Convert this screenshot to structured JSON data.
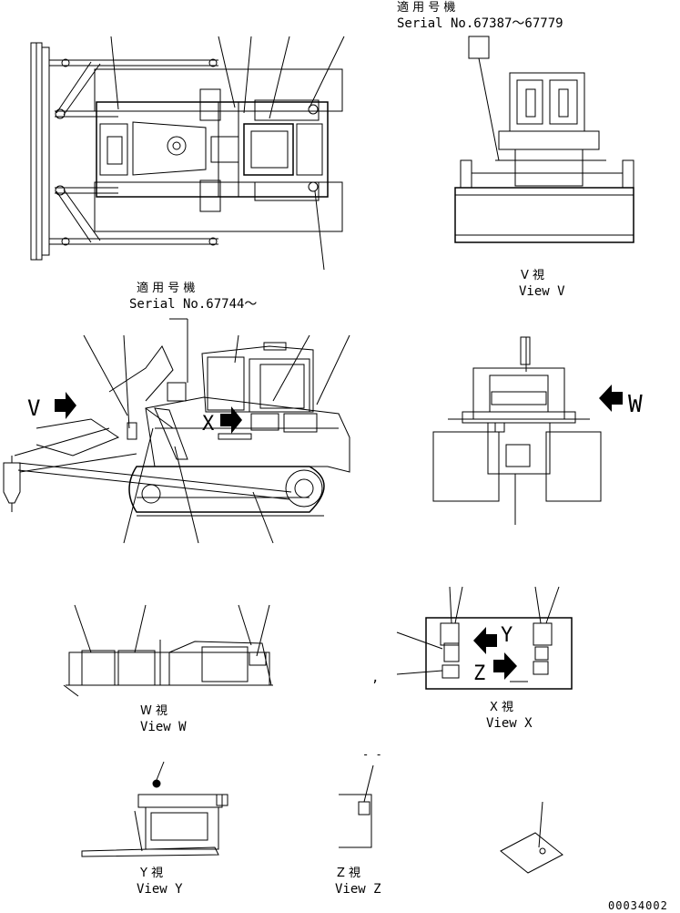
{
  "labels": {
    "serial_top_jp": "適 用 号 機",
    "serial_top": "Serial No.67387～67779",
    "serial_side_jp": "適 用 号 機",
    "serial_side": "Serial No.67744～",
    "view_v_jp": "V 視",
    "view_v": "View V",
    "view_w_jp": "W 視",
    "view_w": "View W",
    "view_x_jp": "X 視",
    "view_x": "View X",
    "view_y_jp": "Y 視",
    "view_y": "View Y",
    "view_z_jp": "Z 視",
    "view_z": "View Z",
    "arrow_v": "V",
    "arrow_x": "X",
    "arrow_w": "W",
    "arrow_y": "Y",
    "arrow_z": "Z",
    "dash_marks": "- -",
    "comma": ",",
    "drawing_number": "00034002"
  }
}
